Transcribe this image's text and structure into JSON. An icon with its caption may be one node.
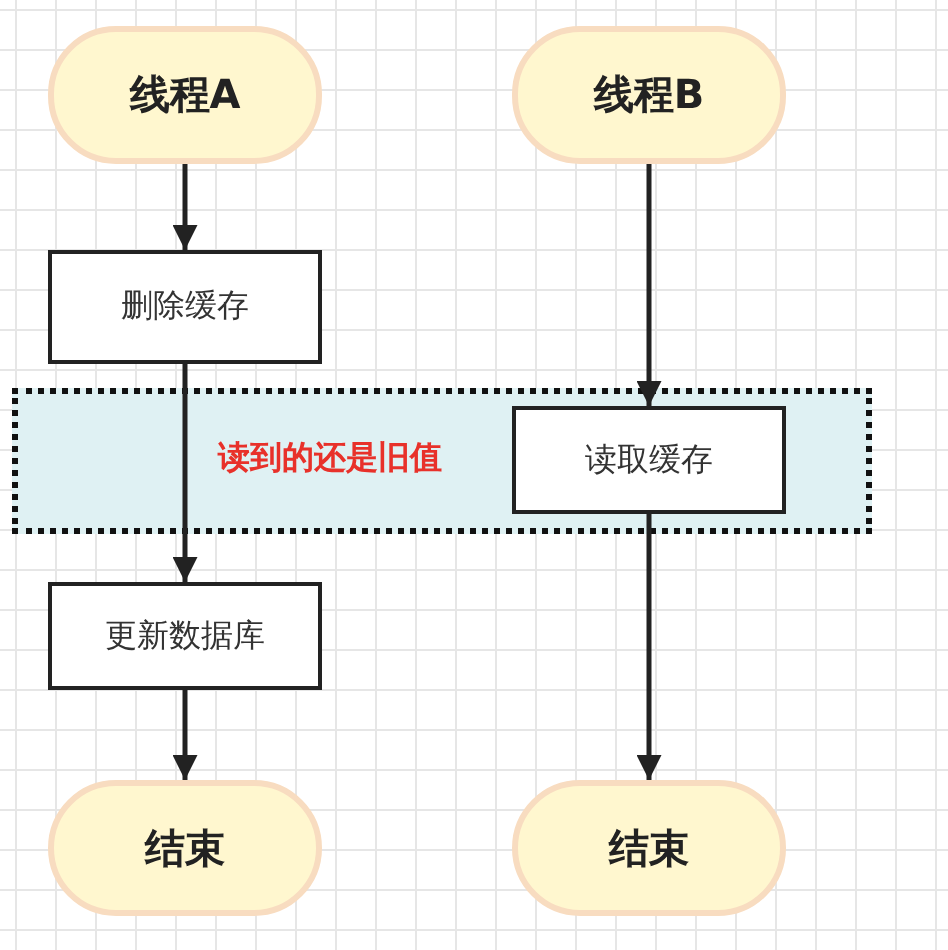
{
  "diagram": {
    "nodes": [
      {
        "text": [
          "线程A"
        ]
      },
      {
        "text": [
          "线程B"
        ]
      },
      {
        "text": [
          "删除缓存"
        ]
      },
      {
        "text": [
          "读到的还是旧值"
        ]
      },
      {
        "text": [
          "读取缓存"
        ],
        "in": 3
      },
      {
        "text": [
          "更新数据库"
        ]
      },
      {
        "text": [
          "结束"
        ]
      },
      {
        "text": [
          "结束"
        ]
      }
    ],
    "edges": [
      {
        "from": 0,
        "to": 2,
        "arrow": "to"
      },
      {
        "from": 2,
        "to": 5,
        "arrow": "to"
      },
      {
        "from": 5,
        "to": 6,
        "arrow": "to"
      },
      {
        "from": 1,
        "to": 4,
        "arrow": "to"
      },
      {
        "from": 4,
        "to": 7,
        "arrow": "to"
      }
    ]
  }
}
